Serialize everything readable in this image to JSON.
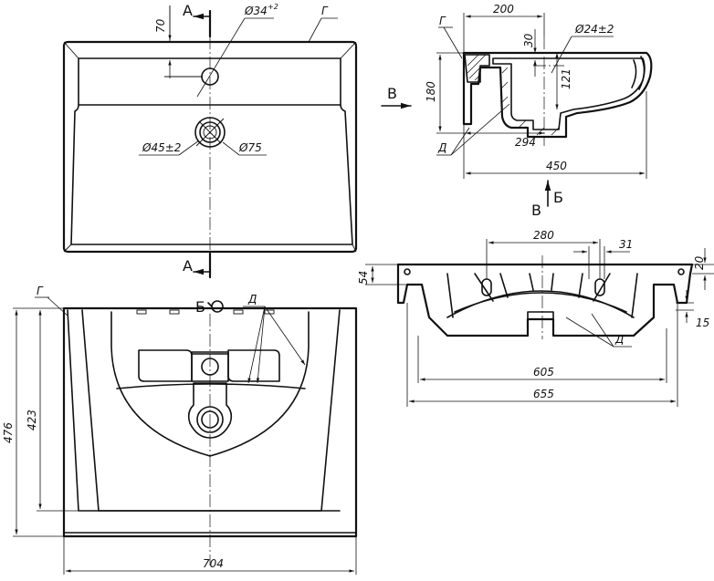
{
  "top_view": {
    "section_mark_top": "A",
    "section_mark_bottom": "A",
    "dim_70": "70",
    "dim_d34": "Ø34",
    "dim_d34_tol": "+2",
    "leader_g": "Г",
    "dim_d45": "Ø45±2",
    "dim_d75": "Ø75"
  },
  "section_view": {
    "view_mark_v": "В",
    "leader_g": "Г",
    "dim_200": "200",
    "dim_30": "30",
    "dim_d24": "Ø24±2",
    "dim_180": "180",
    "dim_121": "121",
    "leader_d": "Д",
    "dim_294": "294",
    "dim_450": "450"
  },
  "front_view": {
    "title_v": "В",
    "title_b": "Б",
    "dim_280": "280",
    "dim_31": "31",
    "dim_54": "54",
    "dim_20": "20",
    "dim_15": "15",
    "leader_d": "Д",
    "dim_605": "605",
    "dim_655": "655"
  },
  "bottom_view": {
    "title_b": "Б",
    "leader_g": "Г",
    "leader_d": "Д",
    "dim_476": "476",
    "dim_423": "423",
    "dim_704": "704"
  }
}
